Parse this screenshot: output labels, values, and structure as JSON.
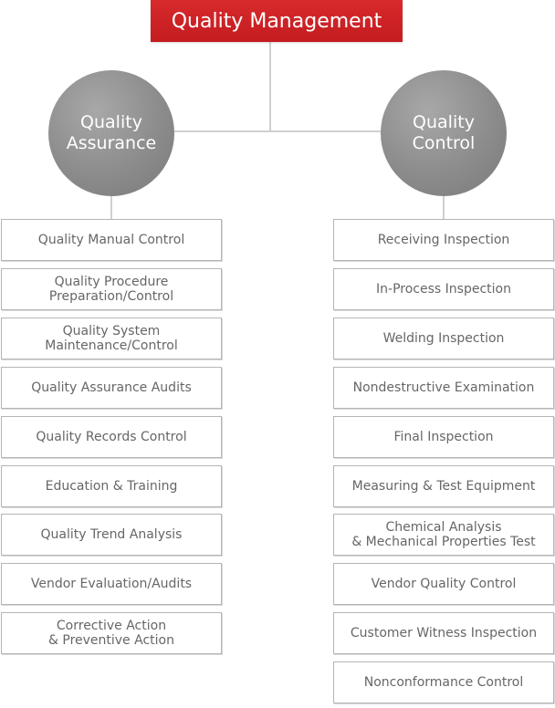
{
  "root": {
    "title": "Quality Management"
  },
  "branches": [
    {
      "title_line1": "Quality",
      "title_line2": "Assurance",
      "items": [
        {
          "line1": "Quality Manual Control",
          "line2": ""
        },
        {
          "line1": "Quality Procedure",
          "line2": "Preparation/Control"
        },
        {
          "line1": "Quality System",
          "line2": "Maintenance/Control"
        },
        {
          "line1": "Quality Assurance Audits",
          "line2": ""
        },
        {
          "line1": "Quality Records Control",
          "line2": ""
        },
        {
          "line1": "Education & Training",
          "line2": ""
        },
        {
          "line1": "Quality Trend Analysis",
          "line2": ""
        },
        {
          "line1": "Vendor Evaluation/Audits",
          "line2": ""
        },
        {
          "line1": "Corrective Action",
          "line2": "& Preventive Action"
        }
      ]
    },
    {
      "title_line1": "Quality",
      "title_line2": "Control",
      "items": [
        {
          "line1": "Receiving Inspection",
          "line2": ""
        },
        {
          "line1": "In-Process Inspection",
          "line2": ""
        },
        {
          "line1": "Welding Inspection",
          "line2": ""
        },
        {
          "line1": "Nondestructive Examination",
          "line2": ""
        },
        {
          "line1": "Final Inspection",
          "line2": ""
        },
        {
          "line1": "Measuring & Test Equipment",
          "line2": ""
        },
        {
          "line1": "Chemical Analysis",
          "line2": "& Mechanical Properties Test"
        },
        {
          "line1": "Vendor Quality Control",
          "line2": ""
        },
        {
          "line1": "Customer Witness Inspection",
          "line2": ""
        },
        {
          "line1": "Nonconformance Control",
          "line2": ""
        }
      ]
    }
  ],
  "colors": {
    "root_fill": "#c8191e",
    "circle_fill": "#8e8e8e",
    "connector": "#d0d0d0",
    "item_border": "#b5b5b5",
    "item_text": "#666666"
  }
}
